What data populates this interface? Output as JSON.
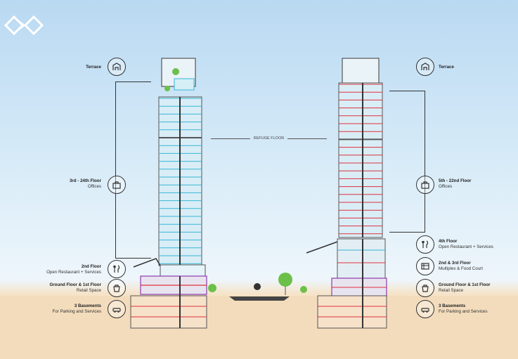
{
  "left_labels": [
    {
      "title": "Terrace",
      "sub": "",
      "icon": "terrace-icon"
    },
    {
      "title": "3rd - 24th Floor",
      "sub": "Offices",
      "icon": "office-icon"
    },
    {
      "title": "2nd Floor",
      "sub": "Open Restaurant + Services",
      "icon": "restaurant-icon"
    },
    {
      "title": "Ground Floor & 1st Floor",
      "sub": "Retail Space",
      "icon": "retail-icon"
    },
    {
      "title": "3 Basements",
      "sub": "For Parking and Services",
      "icon": "parking-icon"
    }
  ],
  "right_labels": [
    {
      "title": "Terrace",
      "sub": "",
      "icon": "terrace-icon"
    },
    {
      "title": "5th - 22nd Floor",
      "sub": "Offices",
      "icon": "office-icon"
    },
    {
      "title": "4th Floor",
      "sub": "Open Restaurant + Services",
      "icon": "restaurant-icon"
    },
    {
      "title": "2nd & 3rd Floor",
      "sub": "Multiplex & Food Court",
      "icon": "multiplex-icon"
    },
    {
      "title": "Ground Floor & 1st Floor",
      "sub": "Retail Space",
      "icon": "retail-icon"
    },
    {
      "title": "3 Basements",
      "sub": "For Parking and Services",
      "icon": "parking-icon"
    }
  ],
  "refuge_label": "REFUGE FLOOR",
  "colors": {
    "structure": "#333333",
    "office_line": "#35b7d6",
    "floor_red": "#e0313c",
    "retail_purple": "#8e3bb0",
    "tree": "#6cc04a"
  }
}
